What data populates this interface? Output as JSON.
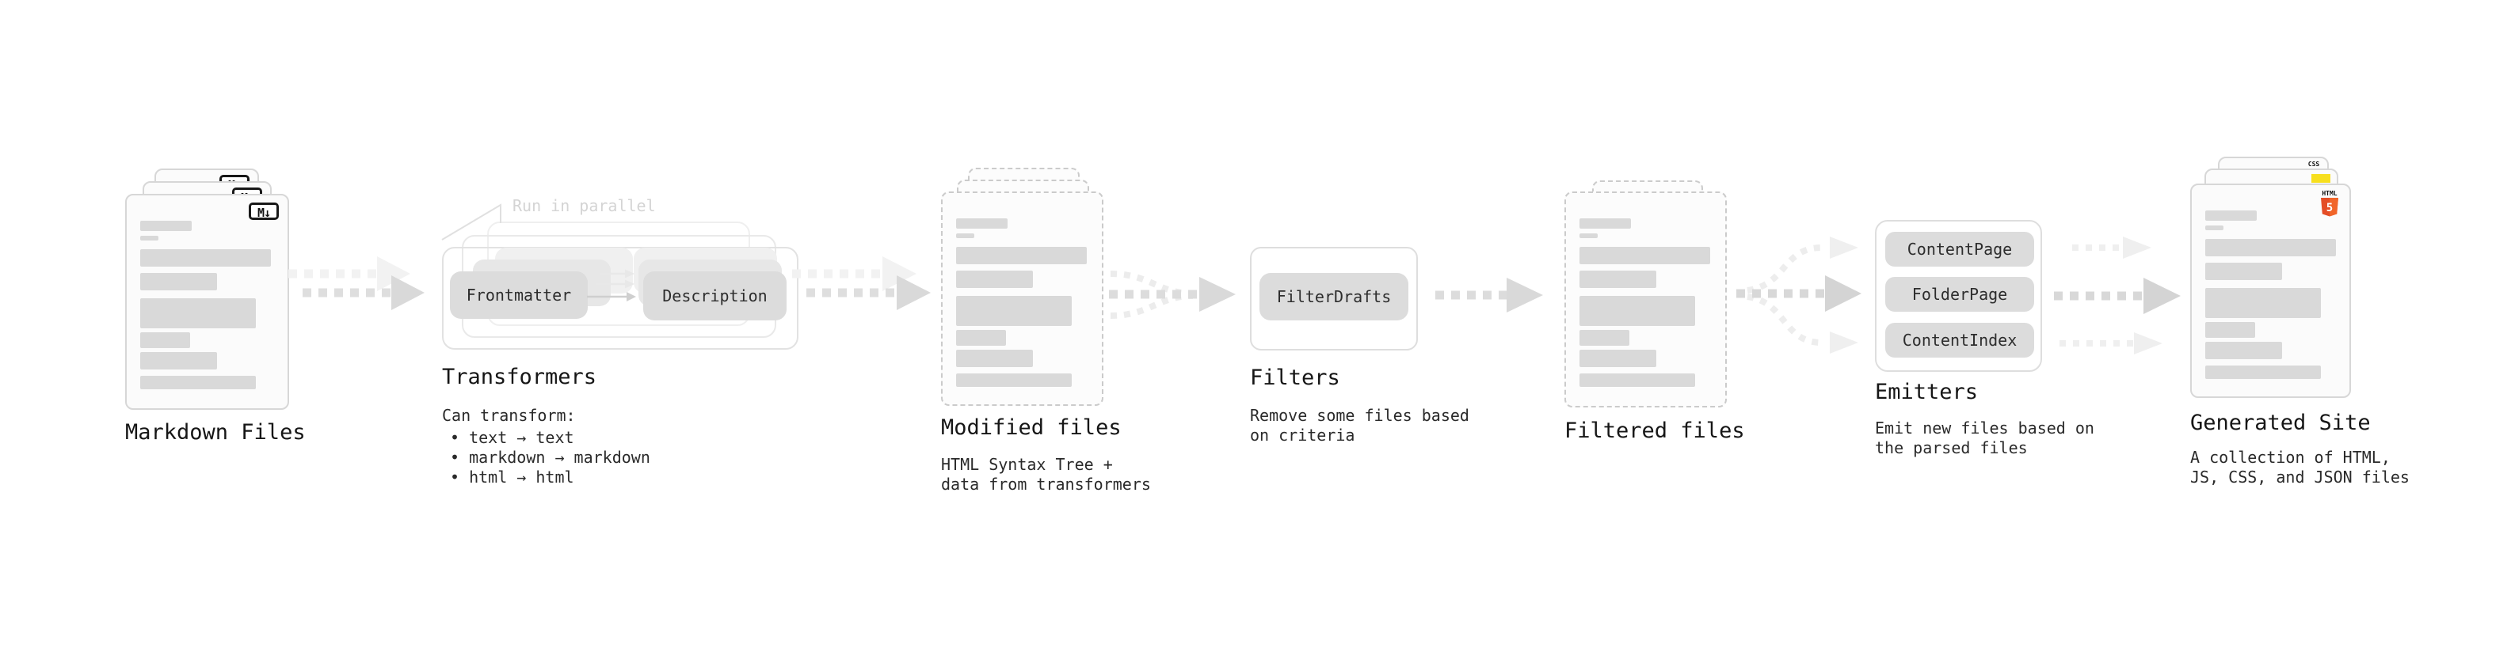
{
  "stages": {
    "markdown": {
      "title": "Markdown Files",
      "badge": "M↓"
    },
    "transformers": {
      "title": "Transformers",
      "note": "Run in parallel",
      "pills": [
        "Frontmatter",
        "Description"
      ],
      "body": [
        "Can transform:",
        "• text → text",
        "• markdown → markdown",
        "• html → html"
      ]
    },
    "modified": {
      "title": "Modified files",
      "sub": [
        "HTML Syntax Tree +",
        "data from transformers"
      ]
    },
    "filters": {
      "title": "Filters",
      "pills": [
        "FilterDrafts"
      ],
      "sub": [
        "Remove some files based",
        "on criteria"
      ]
    },
    "filtered": {
      "title": "Filtered files"
    },
    "emitters": {
      "title": "Emitters",
      "pills": [
        "ContentPage",
        "FolderPage",
        "ContentIndex"
      ],
      "sub": [
        "Emit new files based on",
        "the parsed files"
      ]
    },
    "generated": {
      "title": "Generated Site",
      "sub": [
        "A collection of HTML,",
        "JS, CSS, and JSON files"
      ],
      "badge_css": "CSS",
      "badge_html": "HTML",
      "badge_html_number": "5"
    }
  },
  "colors": {
    "html5_orange": "#e44d26",
    "html5_orange_light": "#f16529",
    "js_yellow": "#f7df1e",
    "css_blue": "#2965f1",
    "arrow_gray": "#d9d9d9",
    "arrow_ghost": "#f1f1f1",
    "skeleton_gray": "#d9d9d9"
  }
}
